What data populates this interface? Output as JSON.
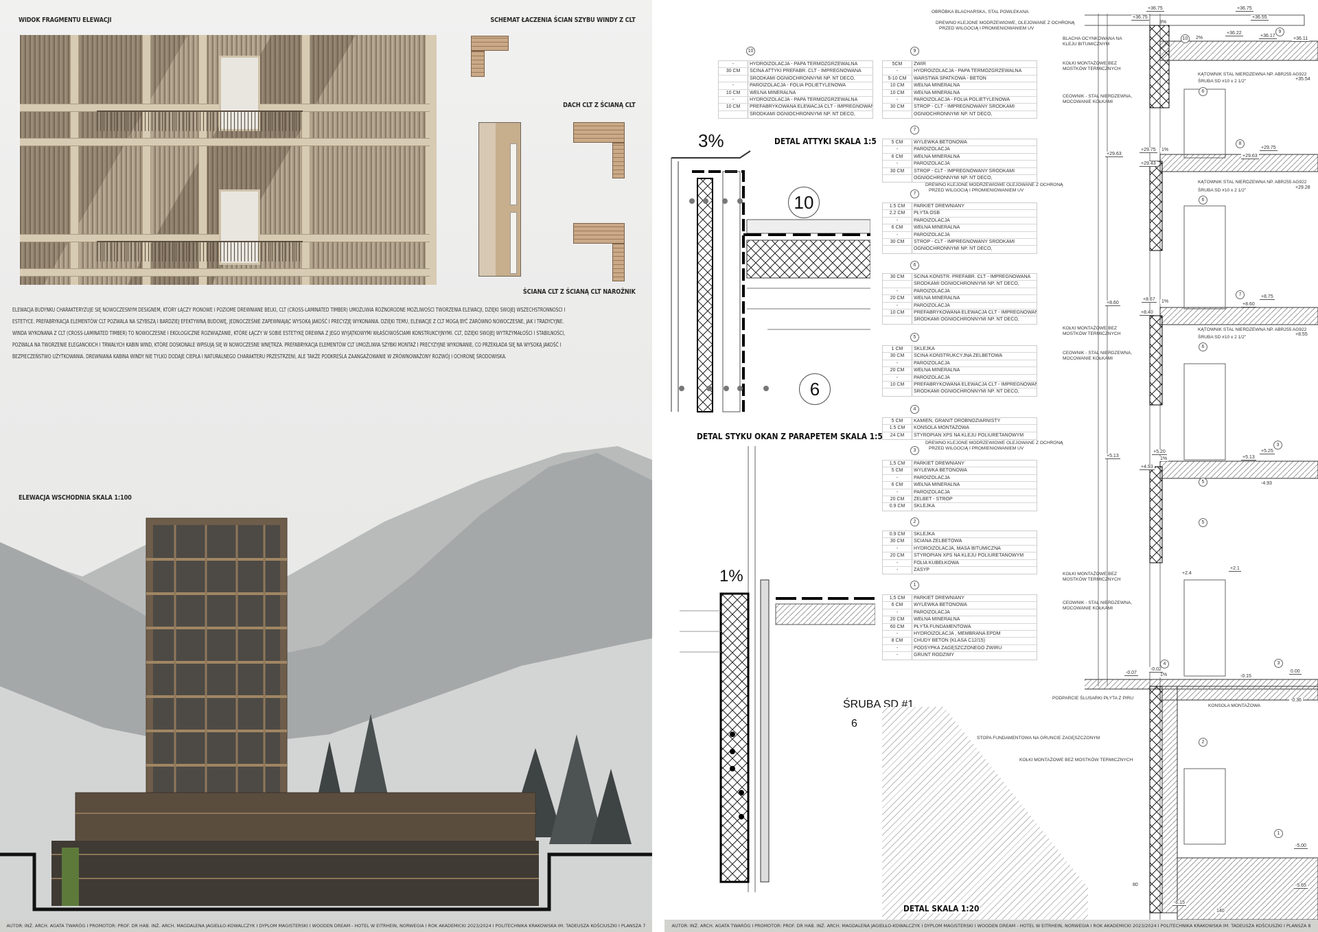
{
  "left_board": {
    "facade_view_title": "WIDOK FRAGMENTU ELEWACJI",
    "elevator_schema_title": "SCHEMAT ŁACZENIA ŚCIAN SZYBU WINDY Z CLT",
    "roof_joint_label": "DACH CLT Z ŚCIANĄ CLT",
    "corner_joint_label": "ŚCIANA CLT Z ŚCIANĄ CLT NAROŻNIK",
    "description": [
      "ELEWACJA BUDYNKU CHARAKTERYZUJE SIĘ NOWOCZESNYM DESIGNEM, KTÓRY ŁĄCZY PIONOWE I POZIOME DREWNIANE BELKI, CLT (CROSS-LAMINATED TIMBER) UMOŻLIWIA RÓŻNORODNE MOŻLIWOŚCI TWORZENIA ELEWACJI, DZIĘKI SWOJEJ WSZECHSTRONNOŚCI I",
      "ESTETYCE. PREFABRYKACJA ELEMENTÓW CLT POZWALA NA SZYBSZĄ I BARDZIEJ EFEKTYWNĄ BUDOWĘ, JEDNOCZEŚNIE ZAPEWNIAJĄC WYSOKĄ JAKOŚĆ I PRECYZJĘ WYKONANIA. DZIĘKI TEMU, ELEWACJE Z CLT MOGĄ BYĆ ZARÓWNO NOWOCZESNE, JAK I TRADYCYJNE.",
      "WINDA WYKONANA Z CLT (CROSS-LAMINATED TIMBER) TO NOWOCZESNE I EKOLOGICZNE ROZWIĄZANIE, KTÓRE ŁĄCZY W SOBIE ESTETYKĘ DREWNA Z JEGO WYJĄTKOWYMI WŁAŚCIWOŚCIAMI KONSTRUKCYJNYMI. CLT, DZIĘKI SWOJEJ WYTRZYMAŁOŚCI I STABILNOŚCI,",
      "POZWALA NA TWORZENIE ELEGANCKICH I TRWAŁYCH KABIN WIND, KTÓRE DOSKONALE WPISUJĄ SIĘ W NOWOCZESNE WNĘTRZA. PREFABRYKACJA ELEMENTÓW CLT UMOŻLIWIA SZYBKI MONTAŻ I PRECYZYJNE WYKONANIE, CO PRZEKŁADA SIĘ NA WYSOKĄ JAKOŚĆ I",
      "BEZPIECZEŃSTWO UŻYTKOWANIA. DREWNIANA KABINA WINDY NIE TYLKO DODAJE CIEPŁA I NATURALNEGO CHARAKTERU PRZESTRZENI, ALE TAKŻE PODKREŚLA ZAANGAŻOWANIE W ZRÓWNOWAŻONY ROZWÓJ I OCHRONĘ ŚRODOWISKA."
    ],
    "east_elevation_title": "ELEWACJA WSCHODNIA SKALA 1:100",
    "footer": "AUTOR: INŻ. ARCH. AGATA TWARÓG  I  PROMOTOR: PROF. DR HAB. INŻ. ARCH. MAGDALENA JAGIEŁŁO-KOWALCZYK  I  DYPLOM MAGISTERSKI  I  WOODEN DREAM - HOTEL W EITRHEIN, NORWEGIA  I  ROK AKADEMICKI 2023/2024  I  POLITECHNIKA KRAKOWSKA IM. TADEUSZA KOŚCIUSZKI  I  PLANSZA 7"
  },
  "right_board": {
    "attic_detail_title": "DETAL ATTYKI  SKALA 1:5",
    "window_detail_title": "DETAL STYKU OKAN Z PARAPETEM SKALA 1:5",
    "main_detail_title": "DETAL SKALA 1:20",
    "attic_slope": "3%",
    "sill_slope": "1%",
    "attic_ref": "10",
    "attic_ref_b": "6",
    "window_ref": "6",
    "screw_label": "ŚRUBA SD #1",
    "footer": "AUTOR: INŻ. ARCH. AGATA TWARÓG  I  PROMOTOR: PROF. DR HAB. INŻ. ARCH. MAGDALENA JAGIEŁŁO-KOWALCZYK  I  DYPLOM MAGISTERSKI  I  WOODEN DREAM - HOTEL W EITRHEIN, NORWEGIA  I  ROK AKADEMICKI 2023/2024  I  POLITECHNIKA KRAKOWSKA IM. TADEUSZA KOŚCIUSZKI  I  PLANSZA 8",
    "layer_tables": [
      {
        "ref": "10",
        "rows": [
          [
            "-",
            "HYDROIZOLACJA - PAPA TERMOZGRZEWALNA"
          ],
          [
            "30 CM",
            "ŚCINA ATTYKI  PREFABR.  CLT - IMPREGNOWANA"
          ],
          [
            "",
            "ŚRODKAMI OGNIOCHRONNYMI NP. NT DECO,"
          ],
          [
            "-",
            "PAROIZOLACJA - FOLIA POLIETYLENOWA"
          ],
          [
            "10 CM",
            "WEŁNA MINERALNA"
          ],
          [
            "-",
            "HYDROIZOLACJA - PAPA TERMOZGRZEWALNA"
          ],
          [
            "10 CM",
            "PREFABRYKOWANA ELEWACJA CLT - IMPREGNOWANA"
          ],
          [
            "",
            "ŚRODKAMI OGNIOCHRONNYMI NP. NT DECO,"
          ]
        ]
      },
      {
        "ref": "9",
        "rows": [
          [
            "5CM",
            "ŻWIR"
          ],
          [
            "-",
            "HYDROIZOLACJA - PAPA TERMOZGRZEWALNA"
          ],
          [
            "5-10 CM",
            "WARSTWA SPATKOWA - BETON"
          ],
          [
            "10 CM",
            "WEŁNA MINERALNA"
          ],
          [
            "10 CM",
            "WEŁNA MINERALNA"
          ],
          [
            "-",
            "PAROIZOLACJA - FOLIA POLIETYLENOWA"
          ],
          [
            "30 CM",
            "STROP - CLT - IMPREGNOWANY ŚRODKAMI"
          ],
          [
            "",
            "OGNIOCHRONNYMI NP. NT DECO,"
          ]
        ]
      },
      {
        "ref": "7",
        "rows": [
          [
            "5 CM",
            "WYLEWKA BETONOWA"
          ],
          [
            "-",
            "PAROIZOLACJA"
          ],
          [
            "6 CM",
            "WEŁNA MINERALNA"
          ],
          [
            "-",
            "PAROIZOLACJA"
          ],
          [
            "30 CM",
            "STROP - CLT - IMPREGNOWANY ŚRODKAMI"
          ],
          [
            "",
            "OGNIOCHRONNYMI NP. NT DECO,"
          ]
        ]
      },
      {
        "ref": "7",
        "rows": [
          [
            "1.5 CM",
            "PARKIET DREWNIANY"
          ],
          [
            "2.2 CM",
            "PŁYTA OSB"
          ],
          [
            "-",
            "PAROIZOLACJA"
          ],
          [
            "6 CM",
            "WEŁNA MINERALNA"
          ],
          [
            "-",
            "PAROIZOLACJA"
          ],
          [
            "30 CM",
            "STROP - CLT - IMPREGNOWANY ŚRODKAMI"
          ],
          [
            "",
            "OGNIOCHRONNYMI NP. NT DECO,"
          ]
        ]
      },
      {
        "ref": "6",
        "rows": [
          [
            "30 CM",
            "ŚCINA KONSTR. PREFABR.  CLT - IMPREGNOWANA"
          ],
          [
            "",
            "ŚRODKAMI OGNIOCHRONNYMI NP. NT DECO,"
          ],
          [
            "-",
            "PAROIZOLACJA"
          ],
          [
            "20 CM",
            "WEŁNA MINERALNA"
          ],
          [
            "-",
            "PAROIZOLACJA"
          ],
          [
            "10 CM",
            "PREFABRYKOWANA ELEWACJA CLT - IMPREGNOWANA"
          ],
          [
            "",
            "ŚRODKAMI OGNIOCHRONNYMI NP. NT DECO,"
          ]
        ]
      },
      {
        "ref": "5",
        "rows": [
          [
            "1 CM",
            "SKLEJKA"
          ],
          [
            "30 CM",
            "ŚCINA KONSTRUKCYJNA ŻELBETOWA"
          ],
          [
            "-",
            "PAROIZOLACJA"
          ],
          [
            "20 CM",
            "WEŁNA MINERALNA"
          ],
          [
            "-",
            "PAROIZOLACJA"
          ],
          [
            "10 CM",
            "PREFABRYKOWANA ELEWACJA CLT - IMPREGNOWANA"
          ],
          [
            "",
            "ŚRODKAMI OGNIOCHRONNYMI NP. NT DECO,"
          ]
        ]
      },
      {
        "ref": "4",
        "rows": [
          [
            "5 CM",
            "KAMIEŃ, GRANIT DROBNOZIARNISTY"
          ],
          [
            "1.5 CM",
            "KONSOLA MONTAŻOWA"
          ],
          [
            "24 CM",
            "STYROPIAN XPS NA KLEJU  POLIURETANOWYM"
          ]
        ]
      },
      {
        "ref": "3",
        "rows": [
          [
            "1,5 CM",
            "PARKIET DREWNIANY"
          ],
          [
            "5 CM",
            "WYLEWKA BETONOWA"
          ],
          [
            "-",
            "PAROIZOLACJA"
          ],
          [
            "6 CM",
            "WEŁNA MINERALNA"
          ],
          [
            "-",
            "PAROIZOLACJA"
          ],
          [
            "20 CM",
            "ŻELBET - STROP"
          ],
          [
            "0.9 CM",
            "SKLEJKA"
          ]
        ]
      },
      {
        "ref": "2",
        "rows": [
          [
            "0.9 CM",
            "SKLEJKA"
          ],
          [
            "30 CM",
            "ŚCIANA ŻELBETOWA"
          ],
          [
            "-",
            "HYDROIZOLACJA, MASA BITUMICZNA"
          ],
          [
            "20 CM",
            "STYROPIAN XPS NA KLEJU  POLIURETANOWYM"
          ],
          [
            "-",
            "FOLIA KUBEŁKOWA"
          ],
          [
            "-",
            "ZASYP"
          ]
        ]
      },
      {
        "ref": "1",
        "rows": [
          [
            "1,5 CM",
            "PARKIET DREWNIANY"
          ],
          [
            "6 CM",
            "WYLEWKA BETONOWA"
          ],
          [
            "-",
            "PAROIZOLACJA"
          ],
          [
            "20 CM",
            "WEŁNA MINERALNA"
          ],
          [
            "60 CM",
            "PŁYTA FUNDAMENTOWA"
          ],
          [
            "-",
            "HYDROIZOLACJA , MEMBRANA EPDM"
          ],
          [
            "8 CM",
            "CHUDY BETON (KLASA C12/15)"
          ],
          [
            "-",
            "PODSYPKA ZAGĘSZCZONEGO ŻWIRU"
          ],
          [
            "-",
            "GRUNT RODZIMY"
          ]
        ]
      }
    ],
    "annotations": {
      "flashing": "OBRÓBKA BLACHARSKA, STAL POWLEKANA",
      "larch_1": "DREWNO KLEJONE MODRZEWIOWE,  OLEJOWANE Z OCHRONĄ",
      "larch_2": "PRZED WILGOCIĄ I PROMIENIOWANIEM UV",
      "larch_short_1": "DREWNO KLEJONE MODRZEWIOWE OLEJOWANE Z OCHRONĄ",
      "galv_1": "BLACHA OCYNKOWANA NA",
      "galv_2": "KLEJU BITUMICZNYM",
      "pegs_1": "KOŁKI MONTAŻOWE BEZ",
      "pegs_2": "MOSTKÓW TERMICZNYCH",
      "channel_1": "CEOWNIK - STAL NIERDZEWNA,",
      "channel_2": "MOCOWANIE KOŁKAMI",
      "angle": "KĄTOWNIK STAL NIERDZEWNA NP. ABR255  AG922",
      "screw": "ŚRUBA SD #10 x 2 1/2\"",
      "pir_support": "PODPARCIE ŚLUSARKI PŁYTA Z PIRU",
      "console": "KONSOLA MONTAŻOWA",
      "footing": "STOPA FUNDAMENTOWA NA GRUNCIE ZAGĘSZCZONYM",
      "pegs_long": "KOŁKI MONTAŻOWE BEZ MOSTKÓW TERMICZNYCH"
    },
    "levels": {
      "l1": "+36.75",
      "l2": "+36.75",
      "l3": "+36.75",
      "l4": "+36.55",
      "l5": "+36.22",
      "l6": "+36.17",
      "l7": "+36.11",
      "l8": "+35.54",
      "s1": "3%",
      "s2": "2%",
      "s3": "1%",
      "s4": "1%",
      "s5": "1%",
      "s6": "1%",
      "m1": "+29.63",
      "m2": "+29.75",
      "m3": "+29.43",
      "m4": "+29.63",
      "m5": "+29.75",
      "m6": "+29.28",
      "n1": "+8.60",
      "n2": "+8.67",
      "n3": "+8.40",
      "n4": "+8.60",
      "n5": "+8.75",
      "n6": "+8.55",
      "o1": "+5.13",
      "o2": "+5.20",
      "o3": "+4.93",
      "o4": "+5.13",
      "o5": "+5.25",
      "o6": "-4.93",
      "p1": "+2.4",
      "p2": "+2.1",
      "p3": "-0.07",
      "p4": "-0.02",
      "p5": "-0.15",
      "p6": "0.00",
      "p7": "-0.36",
      "q1": "-5.00",
      "q2": "-5.65",
      "q3": "-6.15",
      "q4": "140",
      "q5": "80"
    },
    "grid_refs": [
      "10",
      "9",
      "6",
      "8",
      "6",
      "7",
      "6",
      "3",
      "5",
      "5",
      "4",
      "3",
      "2",
      "1"
    ]
  }
}
